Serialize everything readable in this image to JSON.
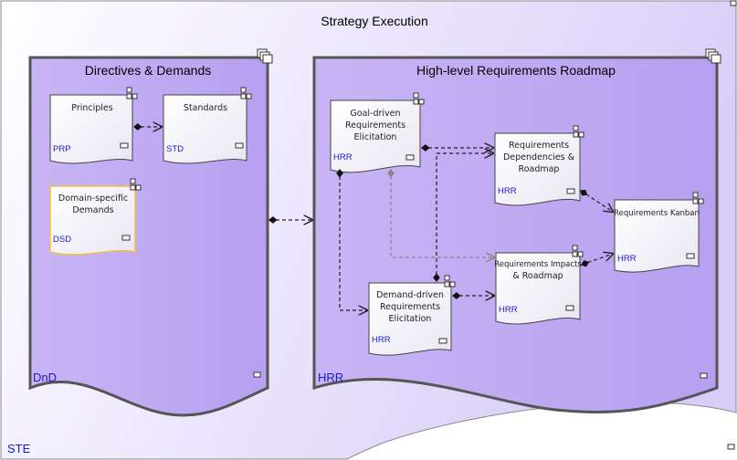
{
  "diagram": {
    "outer": {
      "title": "Strategy Execution",
      "code": "STE"
    },
    "group_left": {
      "title": "Directives & Demands",
      "code": "DnD"
    },
    "group_right": {
      "title": "High-level Requirements Roadmap",
      "code": "HRR"
    },
    "nodes": {
      "principles": {
        "label": "Principles",
        "code": "PRP"
      },
      "standards": {
        "label": "Standards",
        "code": "STD"
      },
      "domain": {
        "label_l1": "Domain-specific",
        "label_l2": "Demands",
        "code": "DSD"
      },
      "goal": {
        "label_l1": "Goal-driven",
        "label_l2": "Requirements",
        "label_l3": "Elicitation",
        "code": "HRR"
      },
      "deps": {
        "label_l1": "Requirements",
        "label_l2": "Dependencies &",
        "label_l3": "Roadmap",
        "code": "HRR"
      },
      "kanban": {
        "label": "Requirements Kanban",
        "code": "HRR"
      },
      "impacts": {
        "label_l1": "Requirements Impacts",
        "label_l2": "& Roadmap",
        "code": "HRR"
      },
      "demand": {
        "label_l1": "Demand-driven",
        "label_l2": "Requirements",
        "label_l3": "Elicitation",
        "code": "HRR"
      }
    }
  }
}
